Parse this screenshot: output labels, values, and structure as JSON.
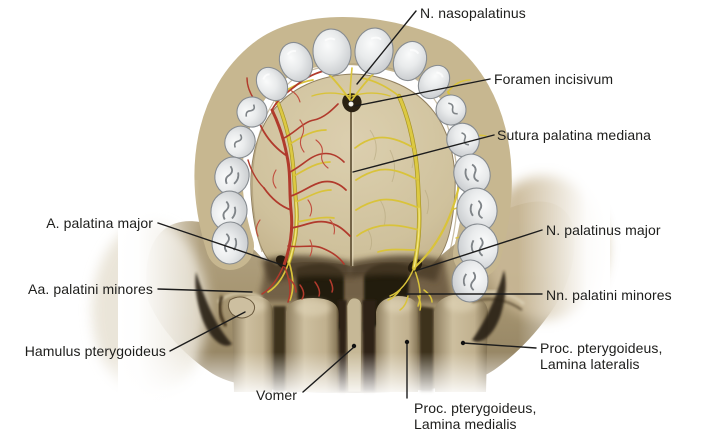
{
  "annotations": [
    {
      "id": "n-nasopalatinus",
      "text": "N. nasopalatinus"
    },
    {
      "id": "foramen-incisivum",
      "text": "Foramen incisivum"
    },
    {
      "id": "sutura-palatina-mediana",
      "text": "Sutura palatina mediana"
    },
    {
      "id": "a-palatina-major",
      "text": "A. palatina major"
    },
    {
      "id": "n-palatinus-major",
      "text": "N. palatinus major"
    },
    {
      "id": "aa-palatini-minores",
      "text": "Aa. palatini minores"
    },
    {
      "id": "nn-palatini-minores",
      "text": "Nn. palatini minores"
    },
    {
      "id": "hamulus-pterygoideus",
      "text": "Hamulus pterygoideus"
    },
    {
      "id": "proc-pterygoideus-lamina-lateralis",
      "text": "Proc. pterygoideus,",
      "text2": "Lamina lateralis"
    },
    {
      "id": "vomer",
      "text": "Vomer"
    },
    {
      "id": "proc-pterygoideus-lamina-medialis",
      "text": "Proc. pterygoideus,",
      "text2": "Lamina medialis"
    }
  ],
  "colors": {
    "background": "#ffffff",
    "artery_red": "#b13a2c",
    "nerve_yellow": "#dcc63e",
    "palate_tan": "#d3c5a1",
    "bone_tan": "#ab9b7a",
    "tooth_gray": "#d6d8da",
    "label_text": "#1d1d1b",
    "leader_line": "#1c1c1c"
  }
}
